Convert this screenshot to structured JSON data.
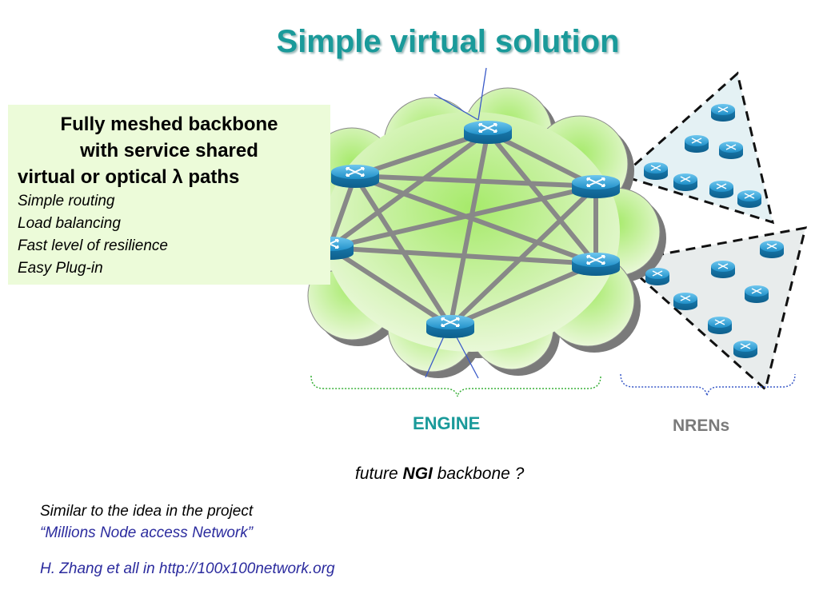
{
  "title": "Simple virtual solution",
  "callout": {
    "heading_lines": [
      "Fully meshed backbone",
      "with service shared",
      "virtual or optical λ paths"
    ],
    "bullets": [
      "Simple routing",
      "Load balancing",
      "Fast level of resilience",
      "Easy Plug-in"
    ]
  },
  "diagram": {
    "engine_label": "ENGINE",
    "nrens_label": "NRENs",
    "colors": {
      "cloud_fill": "#c8ee9e",
      "mesh_line": "#888888",
      "router": "#1a8ec6",
      "triangle_fill": "#e4f1f4",
      "engine_brace": "#38b038",
      "nrens_brace": "#3a5ac8"
    }
  },
  "ngi_question": {
    "prefix": "future ",
    "emphasis": "NGI",
    "suffix": " backbone ?"
  },
  "footer": {
    "similar": "Similar to the idea in the project",
    "project": "“Millions Node access Network”",
    "reference": "H. Zhang et all in http://100x100network.org"
  }
}
